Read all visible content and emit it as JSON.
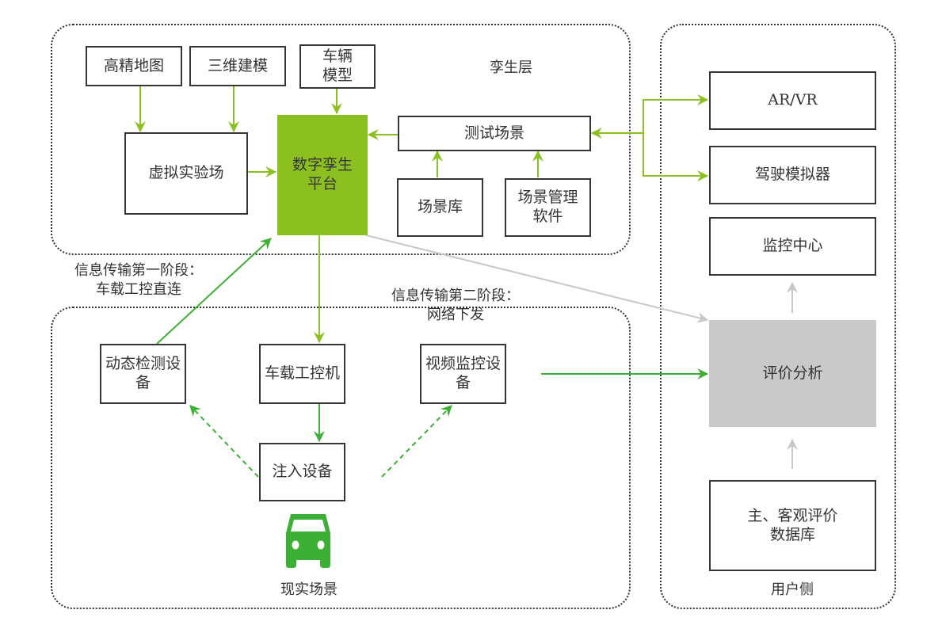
{
  "colors": {
    "twin_green": "#8cc021",
    "link_lime": "#8cc021",
    "link_green": "#3cb034",
    "link_gray": "#c8c8c8",
    "eval_gray": "#c9c9c9",
    "car_green": "#3cb034"
  },
  "regions": {
    "twin_layer": {
      "label": "孪生层"
    },
    "real_scene": {
      "label": "现实场景"
    },
    "user_side": {
      "label": "用户侧"
    }
  },
  "nodes": {
    "hd_map": "高精地图",
    "3d_modeling": "三维建模",
    "vehicle_model": "车辆\n模型",
    "virtual_proving_ground": "虚拟实验场",
    "digital_twin_platform": "数字孪生\n平台",
    "test_scenario": "测试场景",
    "scenario_library": "场景库",
    "scenario_mgmt_software": "场景管理\n软件",
    "ar_vr": "AR/VR",
    "driving_simulator": "驾驶模拟器",
    "monitoring_center": "监控中心",
    "evaluation_analysis": "评价分析",
    "evaluation_database": "主、客观评价\n数据库",
    "dynamic_detection_device": "动态检测设备",
    "onboard_ipc": "车载工控机",
    "video_monitoring_device": "视频监控设备",
    "injection_device": "注入设备"
  },
  "annotations": {
    "stage1": "信息传输第一阶段：\n车载工控直连",
    "stage2": "信息传输第二阶段：\n网络下发"
  },
  "icons": {
    "car": "car-icon"
  },
  "edges": [
    {
      "from": "hd_map",
      "to": "virtual_proving_ground",
      "style": "lime"
    },
    {
      "from": "3d_modeling",
      "to": "virtual_proving_ground",
      "style": "lime"
    },
    {
      "from": "vehicle_model",
      "to": "digital_twin_platform",
      "style": "lime"
    },
    {
      "from": "virtual_proving_ground",
      "to": "digital_twin_platform",
      "style": "lime"
    },
    {
      "from": "test_scenario",
      "to": "digital_twin_platform",
      "style": "lime"
    },
    {
      "from": "scenario_library",
      "to": "test_scenario",
      "style": "lime"
    },
    {
      "from": "scenario_mgmt_software",
      "to": "test_scenario",
      "style": "lime"
    },
    {
      "from": "ar_vr/driving_simulator",
      "to": "test_scenario",
      "style": "lime"
    },
    {
      "from": "test_scenario",
      "to": "ar_vr",
      "style": "lime"
    },
    {
      "from": "test_scenario",
      "to": "driving_simulator",
      "style": "lime"
    },
    {
      "from": "digital_twin_platform",
      "to": "onboard_ipc",
      "style": "lime"
    },
    {
      "from": "digital_twin_platform",
      "to": "evaluation_analysis",
      "style": "gray"
    },
    {
      "from": "dynamic_detection_device",
      "to": "digital_twin_platform",
      "style": "green"
    },
    {
      "from": "onboard_ipc",
      "to": "injection_device",
      "style": "green"
    },
    {
      "from": "injection_device",
      "to": "dynamic_detection_device",
      "style": "green-dashed"
    },
    {
      "from": "injection_device",
      "to": "video_monitoring_device",
      "style": "green-dashed"
    },
    {
      "from": "video_monitoring_device",
      "to": "evaluation_analysis",
      "style": "green"
    },
    {
      "from": "evaluation_analysis",
      "to": "monitoring_center",
      "style": "gray"
    },
    {
      "from": "evaluation_database",
      "to": "evaluation_analysis",
      "style": "gray"
    }
  ]
}
